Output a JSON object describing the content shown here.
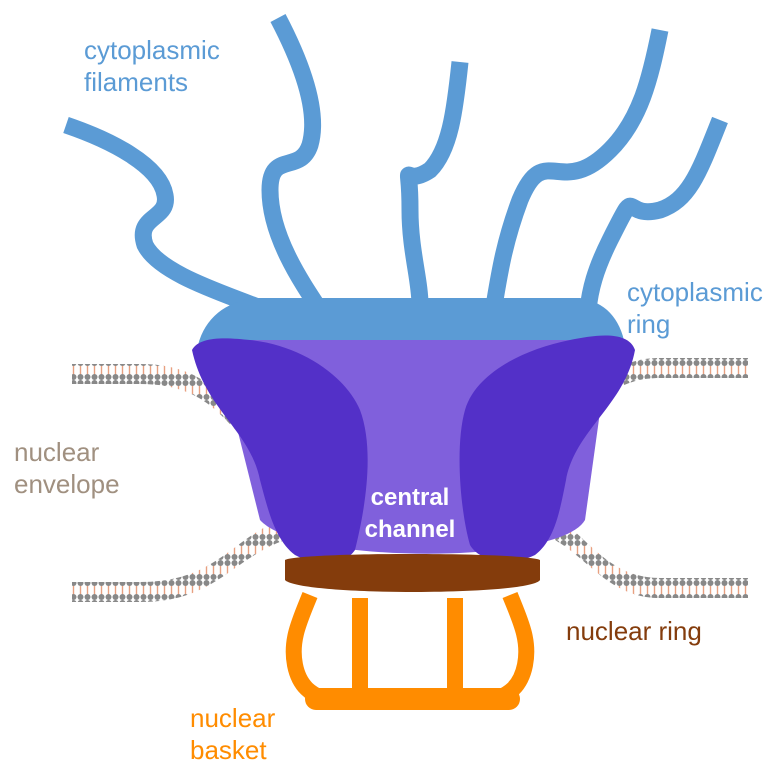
{
  "labels": {
    "cytoplasmic_filaments": [
      "cytoplasmic",
      "filaments"
    ],
    "cytoplasmic_ring": [
      "cytoplasmic",
      "ring"
    ],
    "nuclear_envelope": [
      "nuclear",
      "envelope"
    ],
    "central_channel": [
      "central",
      "channel"
    ],
    "nuclear_ring": "nuclear ring",
    "nuclear_basket": [
      "nuclear",
      "basket"
    ]
  },
  "colors": {
    "filaments": "#5b9bd5",
    "ring_dark": "#5330c8",
    "channel_light": "#8060dc",
    "nuclear_ring": "#843c0c",
    "basket": "#ff8c00",
    "envelope_text": "#a09080",
    "membrane": "#8a8a8a"
  }
}
